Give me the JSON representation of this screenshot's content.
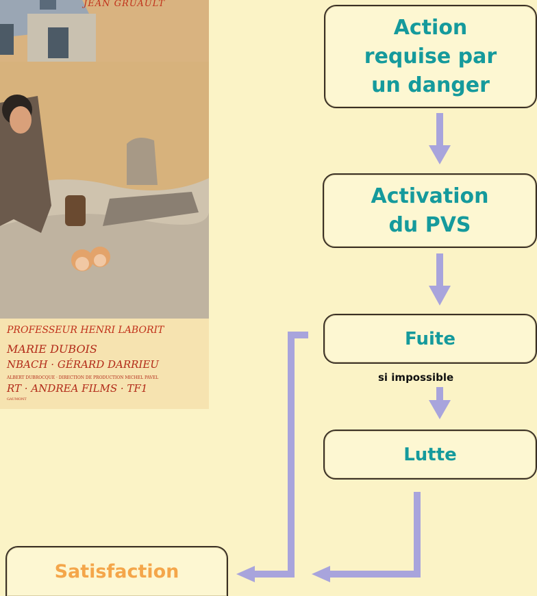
{
  "poster": {
    "director_credit": "JEAN GRUAULT",
    "professor_credit": "PROFESSEUR HENRI LABORIT",
    "cast_line_1": "MARIE DUBOIS",
    "cast_line_2": "NBACH · GÉRARD DARRIEU",
    "tech_credits": "ALBERT DUBROCQUE · DIRECTION DE PRODUCTION MICHEL PAVEL",
    "production_credit": "RT · ANDREA FILMS · TF1",
    "distribution_credit": "GAUMONT"
  },
  "flowchart": {
    "steps": [
      {
        "label_lines": [
          "Action",
          "requise par",
          "un danger"
        ]
      },
      {
        "label_lines": [
          "Activation",
          "du PVS"
        ]
      },
      {
        "label": "Fuite"
      },
      {
        "label": "Lutte"
      }
    ],
    "condition_note": "si impossible",
    "outcome": "Satisfaction"
  },
  "colors": {
    "background": "#fbf3c6",
    "step_text": "#159a9c",
    "outcome_text": "#f4a64a",
    "arrow": "#a8a4dc",
    "box_border": "#3a3025"
  }
}
